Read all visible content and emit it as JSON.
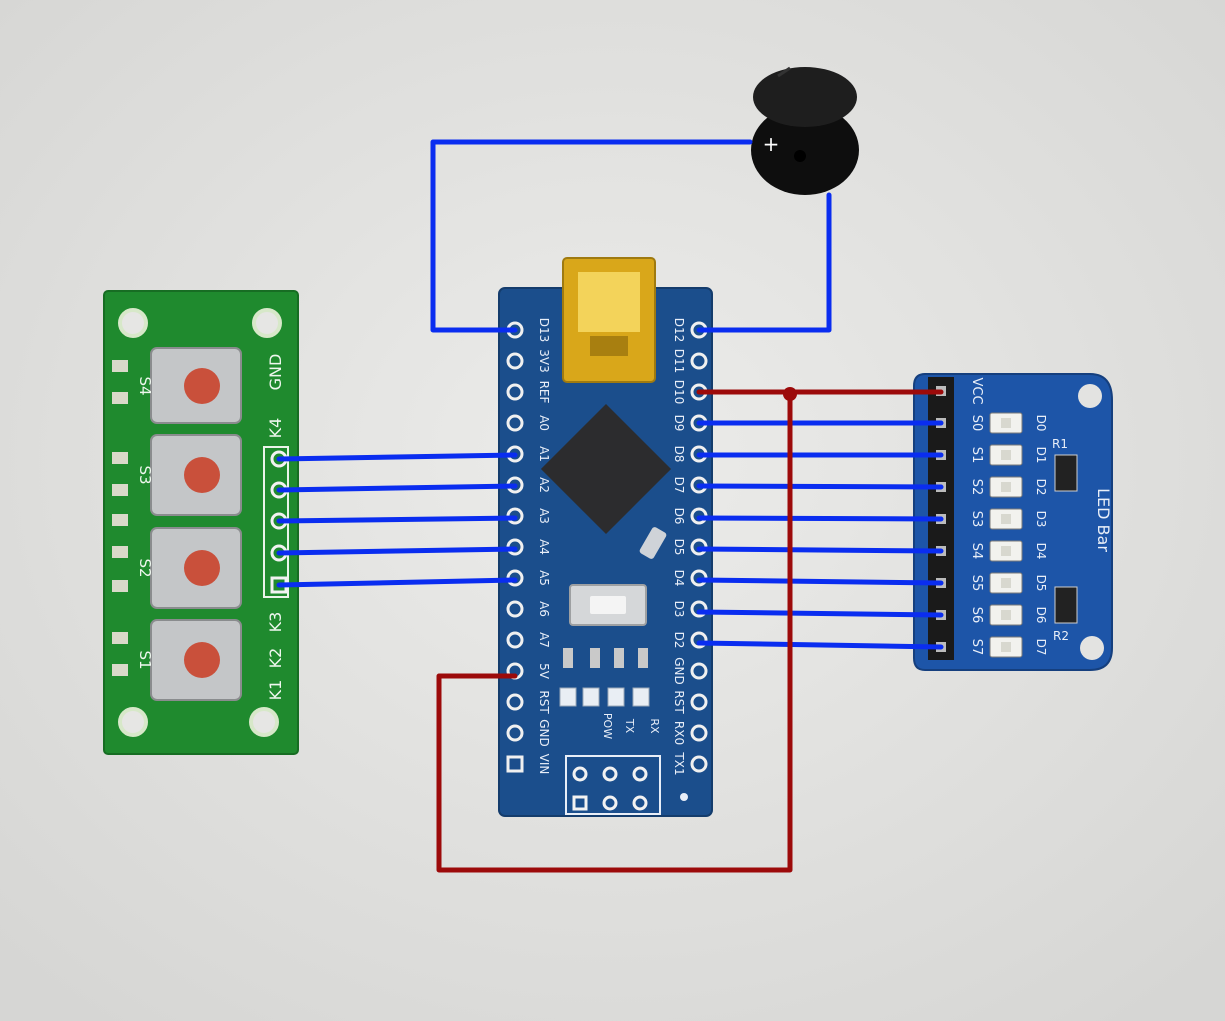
{
  "colors": {
    "signal_wire": "#0a2df0",
    "power_wire": "#9c0a0a",
    "keypad_pcb": "#1f8a2e",
    "nano_pcb": "#1b4e8c",
    "ledbar_pcb": "#1d55a8",
    "buzzer": "#151515",
    "button_cap": "#c9503b",
    "usb": "#d9a71a"
  },
  "buzzer": {
    "icon": "buzzer-icon",
    "plus_mark": "+"
  },
  "keypad": {
    "switch_labels": [
      "S4",
      "S3",
      "S2",
      "S1"
    ],
    "pin_labels": [
      "GND",
      "K4",
      "K3",
      "K2",
      "K1"
    ]
  },
  "nano": {
    "left_pins": [
      "D13",
      "3V3",
      "REF",
      "A0",
      "A1",
      "A2",
      "A3",
      "A4",
      "A5",
      "A6",
      "A7",
      "5V",
      "RST",
      "GND",
      "VIN"
    ],
    "right_pins": [
      "D12",
      "D11",
      "D10",
      "D9",
      "D8",
      "D7",
      "D6",
      "D5",
      "D4",
      "D3",
      "D2",
      "GND",
      "RST",
      "RX0",
      "TX1"
    ],
    "led_labels": [
      "POW",
      "TX",
      "RX"
    ]
  },
  "ledbar": {
    "title": "LED Bar",
    "pin_labels": [
      "VCC",
      "S0",
      "S1",
      "S2",
      "S3",
      "S4",
      "S5",
      "S6",
      "S7"
    ],
    "led_labels": [
      "D0",
      "D1",
      "D2",
      "D3",
      "D4",
      "D5",
      "D6",
      "D7"
    ],
    "resistor_labels": [
      "R1",
      "R2"
    ]
  }
}
